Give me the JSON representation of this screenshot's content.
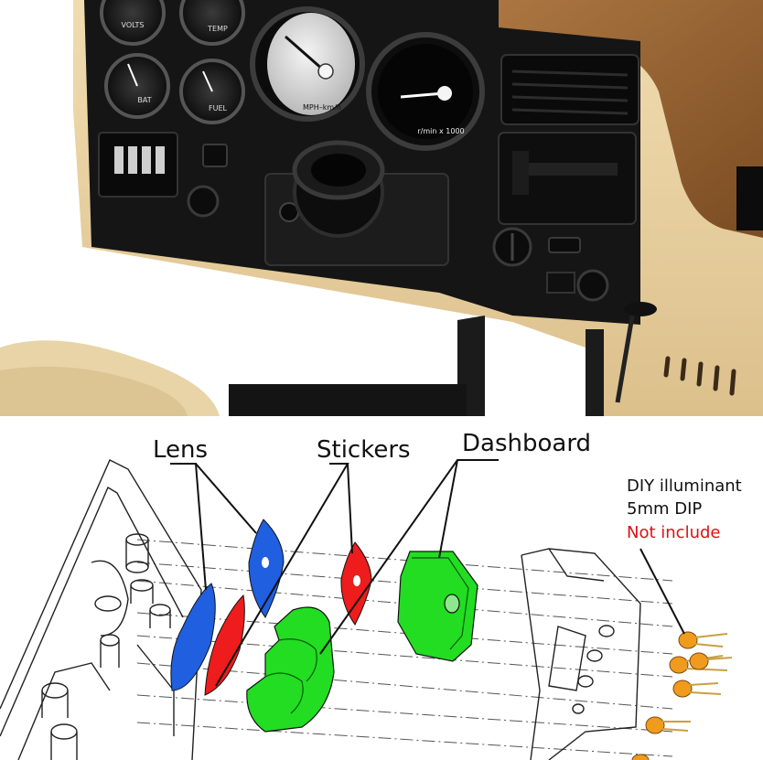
{
  "photo": {
    "gauges": {
      "volts": "VOLTS",
      "temp": "TEMP",
      "bat": "BAT",
      "fuel": "FUEL",
      "speedometer_unit": "MPH–km/h",
      "tachometer_unit": "r/min x 1000"
    }
  },
  "diagram": {
    "labels": {
      "lens": "Lens",
      "stickers": "Stickers",
      "dashboard": "Dashboard"
    },
    "note": {
      "line1": "DIY illuminant",
      "line2": "5mm DIP",
      "line3": "Not include"
    },
    "colors": {
      "lens": "#1f5fe0",
      "stickers": "#ee1c1c",
      "dashboard": "#22dd22",
      "led": "#f09a1e"
    }
  }
}
